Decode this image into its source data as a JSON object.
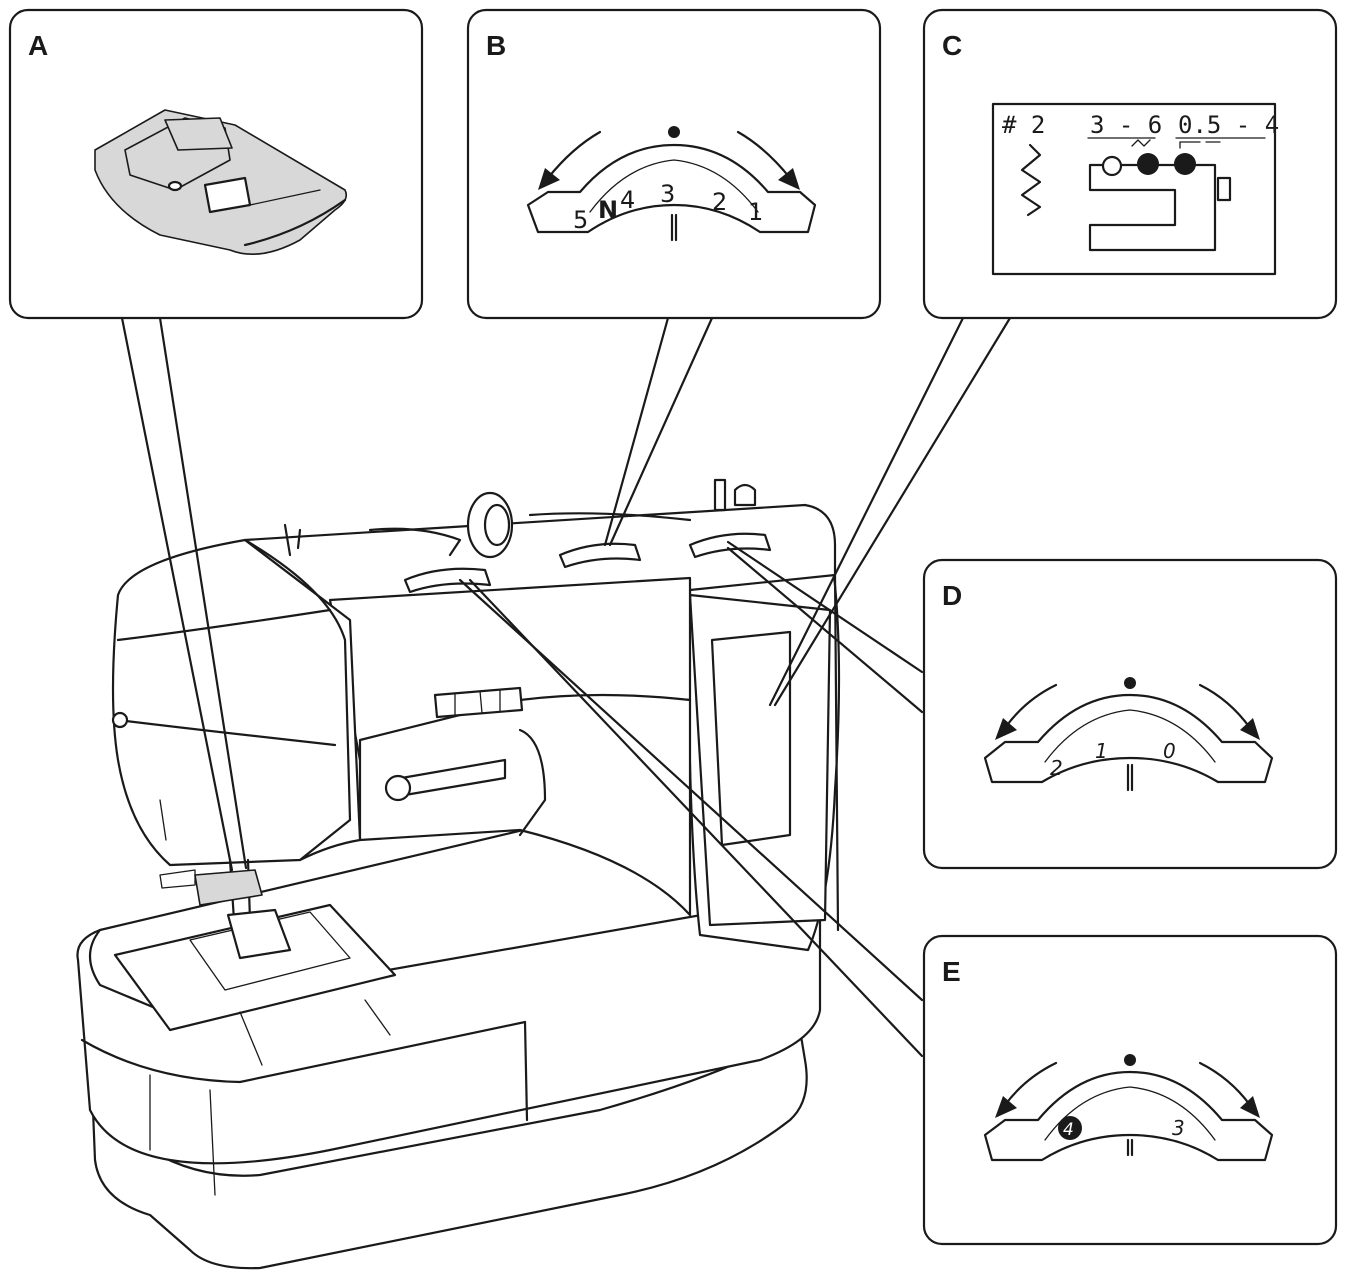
{
  "panels": {
    "a": {
      "letter": "A",
      "icon": "presser-foot-icon"
    },
    "b": {
      "letter": "B",
      "icon": "pattern-dial-icon",
      "marks": [
        "5",
        "N",
        "4",
        "3",
        "2",
        "1"
      ]
    },
    "c": {
      "letter": "C",
      "icon": "lcd-display-icon",
      "pattern_number": "# 2",
      "width_range": "3 - 6",
      "length_range": "0.5 - 4"
    },
    "d": {
      "letter": "D",
      "icon": "length-dial-icon",
      "marks": [
        "2",
        "1",
        "0"
      ]
    },
    "e": {
      "letter": "E",
      "icon": "tension-dial-icon",
      "marks": [
        "4",
        "3"
      ]
    }
  },
  "machine": {
    "icon": "sewing-machine-icon"
  },
  "colors": {
    "line": "#1a1a1a",
    "shade": "#d8d8d8",
    "background": "#ffffff"
  }
}
